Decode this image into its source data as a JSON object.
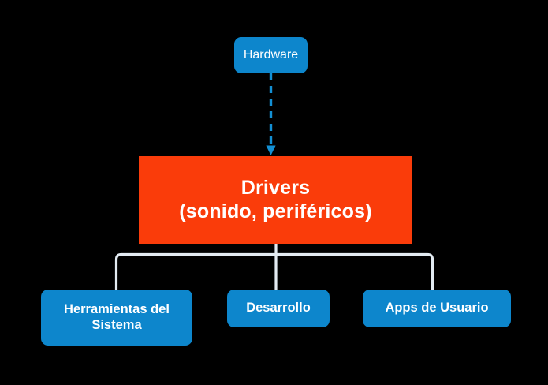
{
  "diagram": {
    "title": "Drivers hierarchy diagram",
    "background_color": "#000000",
    "colors": {
      "node_blue": "#0d86cc",
      "node_red": "#fa3c0a",
      "connector_line": "#e3ebf2",
      "dashed_arrow": "#1390d4",
      "text": "#ffffff"
    },
    "nodes": {
      "hardware": {
        "label": "Hardware",
        "shape": "rounded-rect",
        "color": "#0d86cc"
      },
      "drivers": {
        "label_line1": "Drivers",
        "label_line2": "(sonido, periféricos)",
        "shape": "rect",
        "color": "#fa3c0a"
      },
      "herramientas": {
        "label_line1": "Herramientas del",
        "label_line2": "Sistema",
        "shape": "rounded-rect",
        "color": "#0d86cc"
      },
      "desarrollo": {
        "label": "Desarrollo",
        "shape": "rounded-rect",
        "color": "#0d86cc"
      },
      "apps": {
        "label": "Apps de Usuario",
        "shape": "rounded-rect",
        "color": "#0d86cc"
      }
    },
    "edges": [
      {
        "from": "hardware",
        "to": "drivers",
        "style": "dashed",
        "arrowhead": "down",
        "color": "#1390d4"
      },
      {
        "from": "drivers",
        "to": "herramientas",
        "style": "solid",
        "arrowhead": "none",
        "color": "#e3ebf2"
      },
      {
        "from": "drivers",
        "to": "desarrollo",
        "style": "solid",
        "arrowhead": "none",
        "color": "#e3ebf2"
      },
      {
        "from": "drivers",
        "to": "apps",
        "style": "solid",
        "arrowhead": "none",
        "color": "#e3ebf2"
      }
    ]
  }
}
